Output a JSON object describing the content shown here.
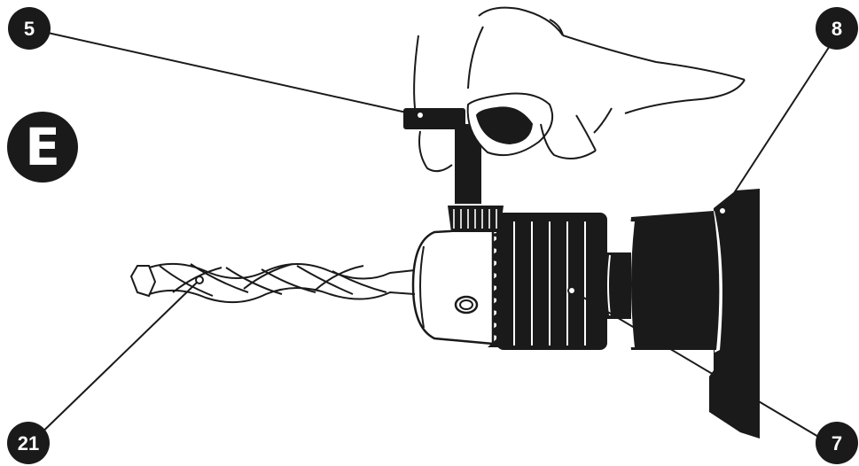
{
  "figure": {
    "section_letter": "E",
    "callouts": [
      {
        "id": "callout-5",
        "label": "5",
        "part": "chuck-key"
      },
      {
        "id": "callout-8",
        "label": "8",
        "part": "drill-housing"
      },
      {
        "id": "callout-21",
        "label": "21",
        "part": "drill-bit"
      },
      {
        "id": "callout-7",
        "label": "7",
        "part": "keyed-chuck"
      }
    ],
    "colors": {
      "ink": "#1a1a1a",
      "paper": "#ffffff"
    }
  }
}
